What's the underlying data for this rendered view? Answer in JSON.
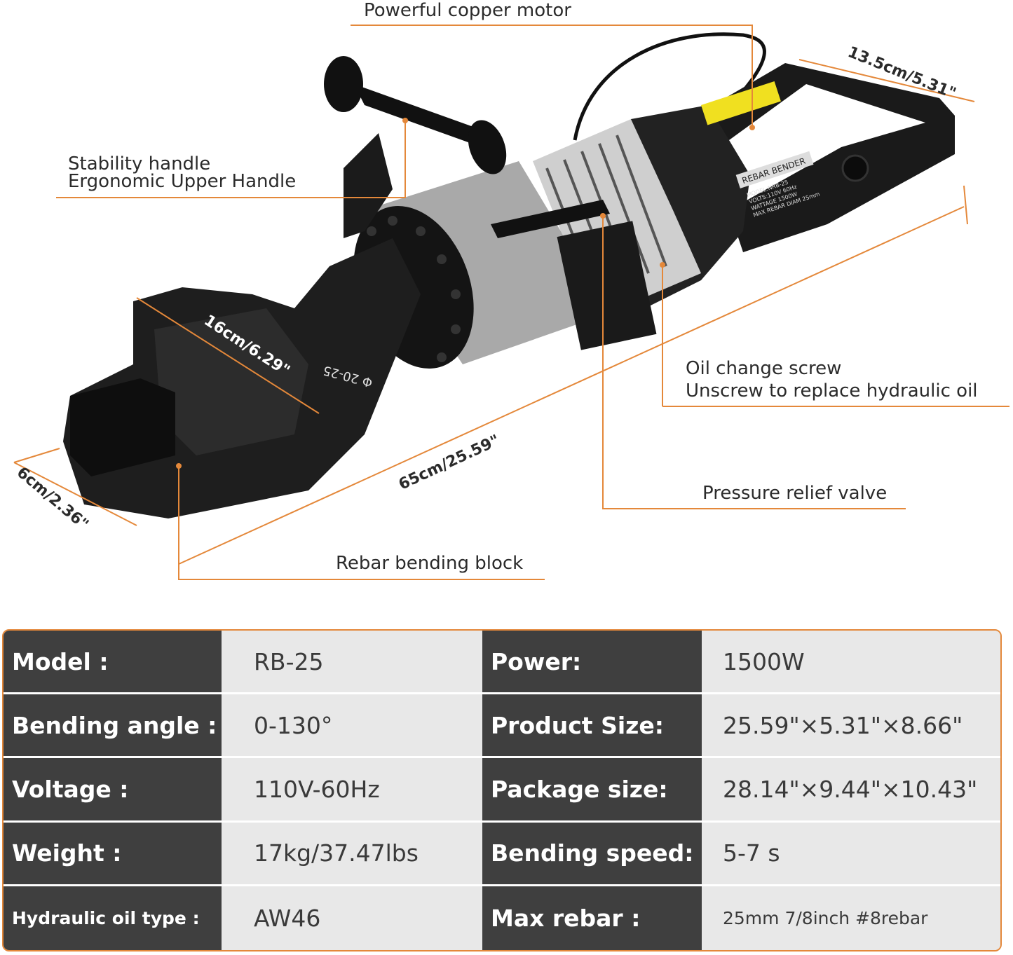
{
  "annotations": {
    "motor": "Powerful copper motor",
    "handle_line1": "Stability handle",
    "handle_line2": "Ergonomic Upper Handle",
    "oil_line1": "Oil change screw",
    "oil_line2": "Unscrew to replace hydraulic oil",
    "valve": "Pressure relief valve",
    "block": "Rebar bending block"
  },
  "dimensions": {
    "width": "13.5cm/5.31\"",
    "length": "65cm/25.59\"",
    "jaw": "16cm/6.29\"",
    "height": "6cm/2.36\""
  },
  "product_label": {
    "title": "REBAR BENDER",
    "lines": [
      "MODEL:NRB-25",
      "VOLTS:110V  60Hz",
      "WATTAGE 1500W",
      "MAX REBAR DIAM  25mm"
    ],
    "jaw_mark": "Φ 20-25"
  },
  "specs": [
    {
      "label": "Model :",
      "value": "RB-25",
      "label2": "Power:",
      "value2": "1500W"
    },
    {
      "label": "Bending angle :",
      "value": "0-130°",
      "label2": "Product Size:",
      "value2": "25.59\"×5.31\"×8.66\""
    },
    {
      "label": "Voltage :",
      "value": "110V-60Hz",
      "label2": "Package size:",
      "value2": "28.14\"×9.44\"×10.43\""
    },
    {
      "label": "Weight :",
      "value": "17kg/37.47lbs",
      "label2": "Bending speed:",
      "value2": "5-7 s"
    },
    {
      "label": "Hydraulic oil type :",
      "value": "AW46",
      "label2": "Max rebar :",
      "value2": "25mm  7/8inch  #8rebar"
    }
  ],
  "colors": {
    "accent": "#e4883a",
    "dark_cell": "#3f3f3f",
    "light_cell": "#e8e8e8"
  }
}
